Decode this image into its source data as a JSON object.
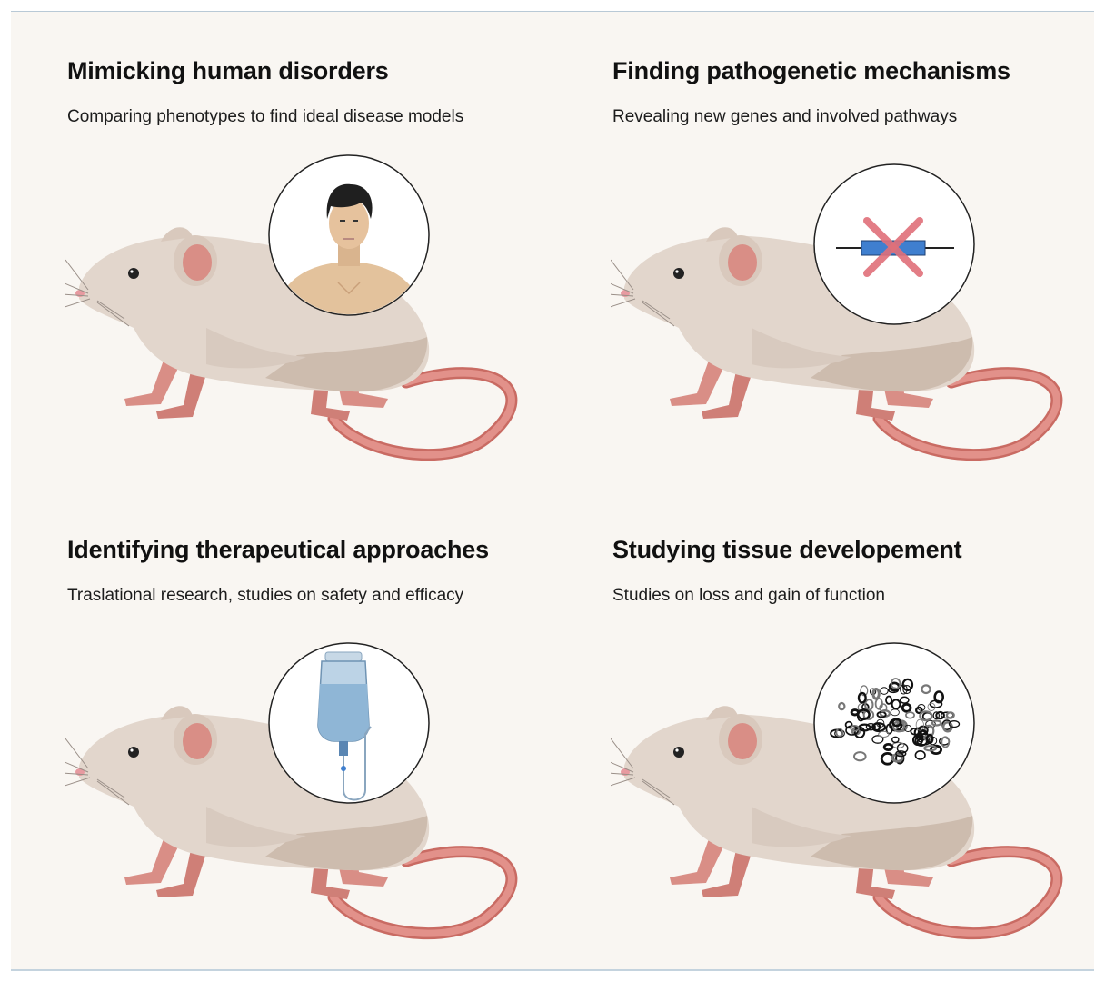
{
  "panels": [
    {
      "title": "Mimicking human disorders",
      "subtitle": "Comparing phenotypes to find ideal disease models",
      "inset_icon": "human-head-icon"
    },
    {
      "title": "Finding pathogenetic mechanisms",
      "subtitle": "Revealing new genes and involved pathways",
      "inset_icon": "gene-knockout-icon"
    },
    {
      "title": "Identifying therapeutical approaches",
      "subtitle": "Traslational research, studies on safety and efficacy",
      "inset_icon": "iv-drip-bag-icon"
    },
    {
      "title": "Studying tissue developement",
      "subtitle": "Studies on loss and gain of function",
      "inset_icon": "tissue-cells-icon"
    }
  ],
  "colors": {
    "background": "#f9f6f2",
    "mouse_body": "#e2d6cc",
    "mouse_shadow": "#cdbcae",
    "mouse_tail": "#d9827a",
    "gene_box": "#3f7fcf",
    "knockout_cross": "#e0707a"
  }
}
